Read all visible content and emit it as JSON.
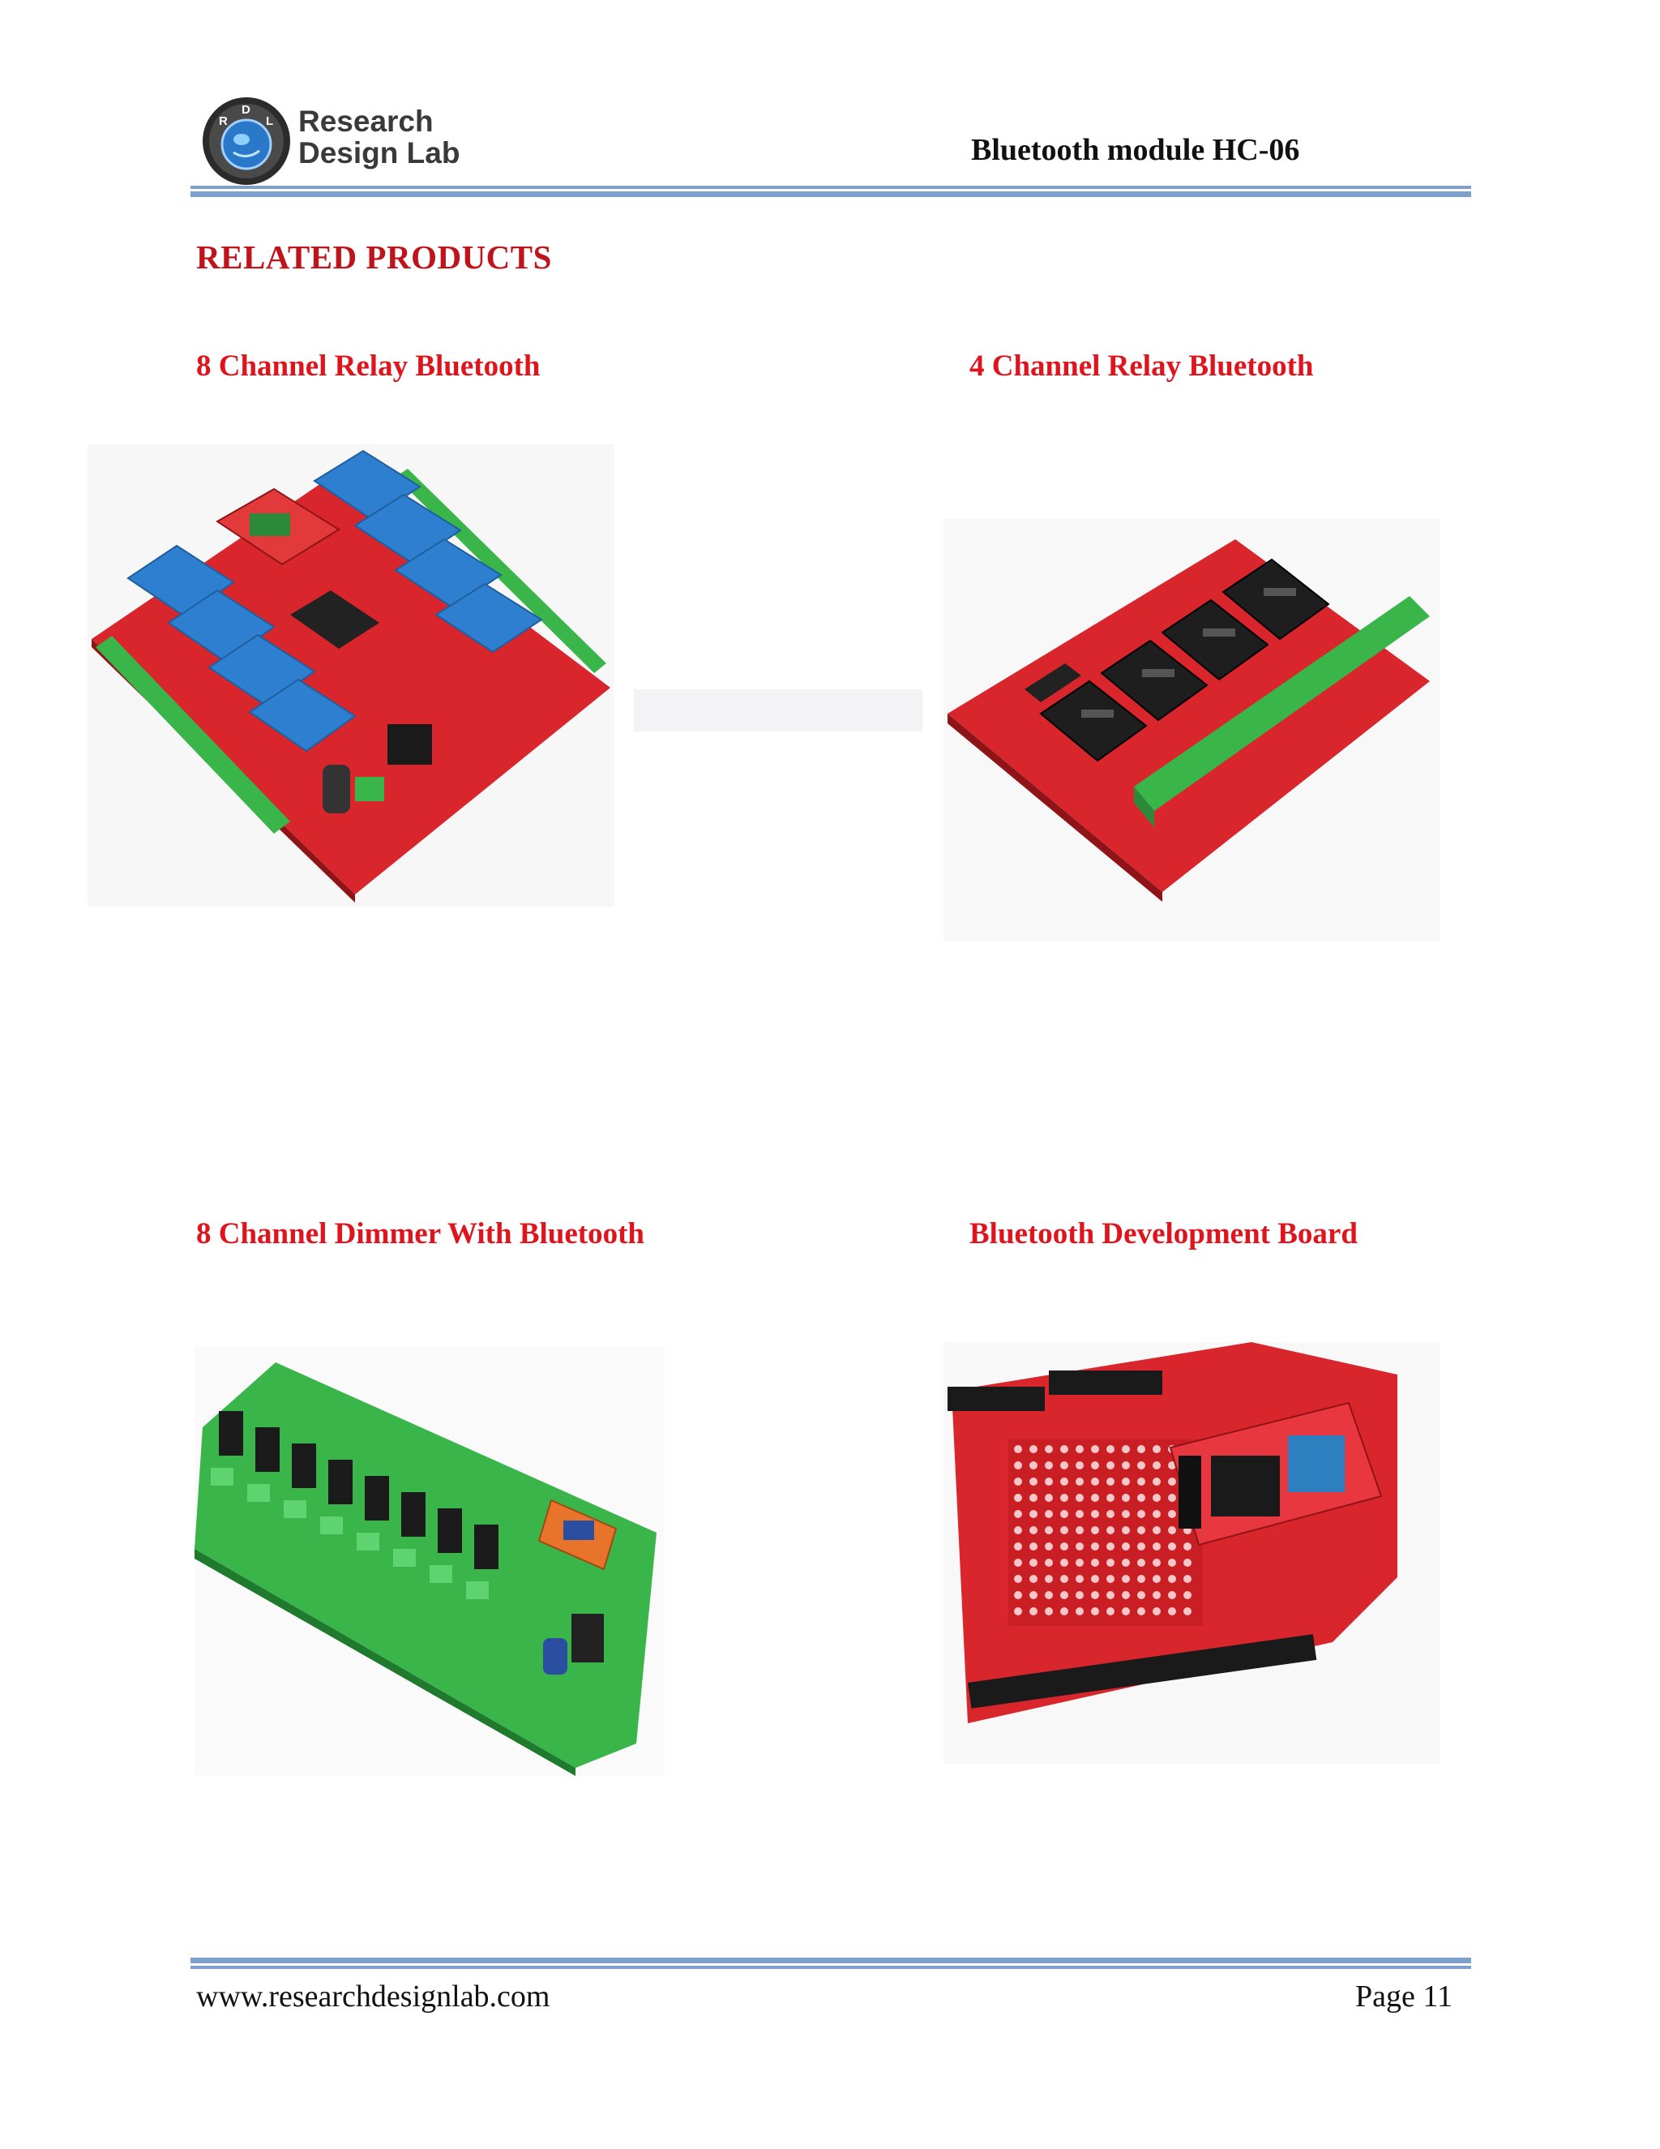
{
  "header": {
    "brand_line1": "Research",
    "brand_line2": "Design Lab",
    "logo_letters": [
      "R",
      "D",
      "L"
    ],
    "doc_title": "Bluetooth module HC-06"
  },
  "section_title": "RELATED PRODUCTS",
  "products": [
    {
      "title": "8 Channel Relay Bluetooth"
    },
    {
      "title": "4 Channel Relay Bluetooth"
    },
    {
      "title": "8 Channel Dimmer With Bluetooth"
    },
    {
      "title": "Bluetooth Development Board"
    }
  ],
  "footer": {
    "url": "www.researchdesignlab.com",
    "page": "Page 11"
  },
  "colors": {
    "accent_red": "#e0141c",
    "rule_blue": "#7f9fcf",
    "pcb_red": "#d9252c",
    "pcb_green": "#39b54a",
    "relay_blue": "#2f7fd0"
  }
}
